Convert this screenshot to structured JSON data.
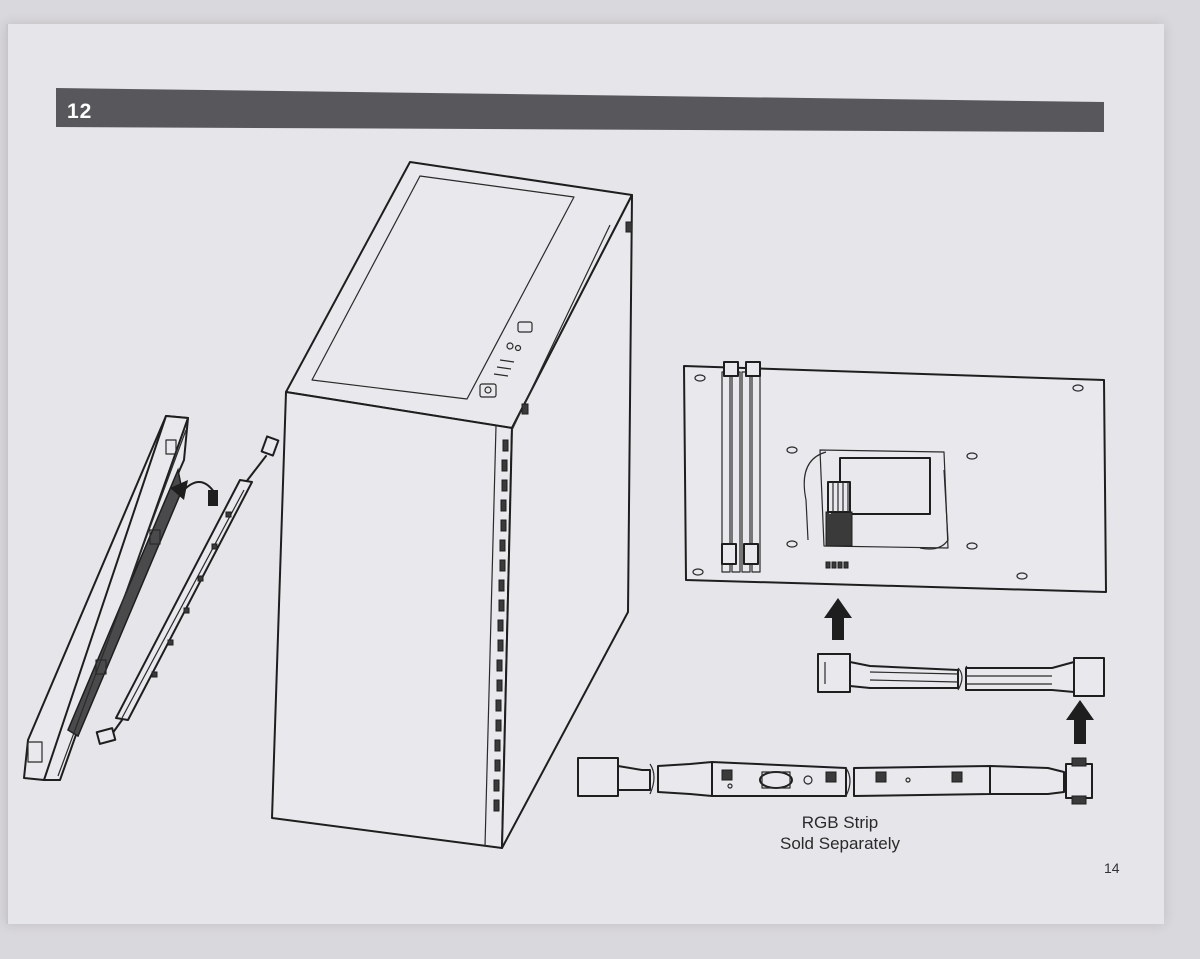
{
  "step": {
    "number": "12"
  },
  "caption": {
    "line1": "RGB Strip",
    "line2": "Sold Separately"
  },
  "page": {
    "number": "14"
  },
  "icons": {
    "case": "pc-case-illustration",
    "bracket": "rgb-bracket-illustration",
    "strip": "led-strip-illustration",
    "motherboard": "motherboard-illustration",
    "cable": "extension-cable-illustration",
    "curved_arrow": "curved-arrow-icon",
    "up_arrow": "up-arrow-icon"
  }
}
